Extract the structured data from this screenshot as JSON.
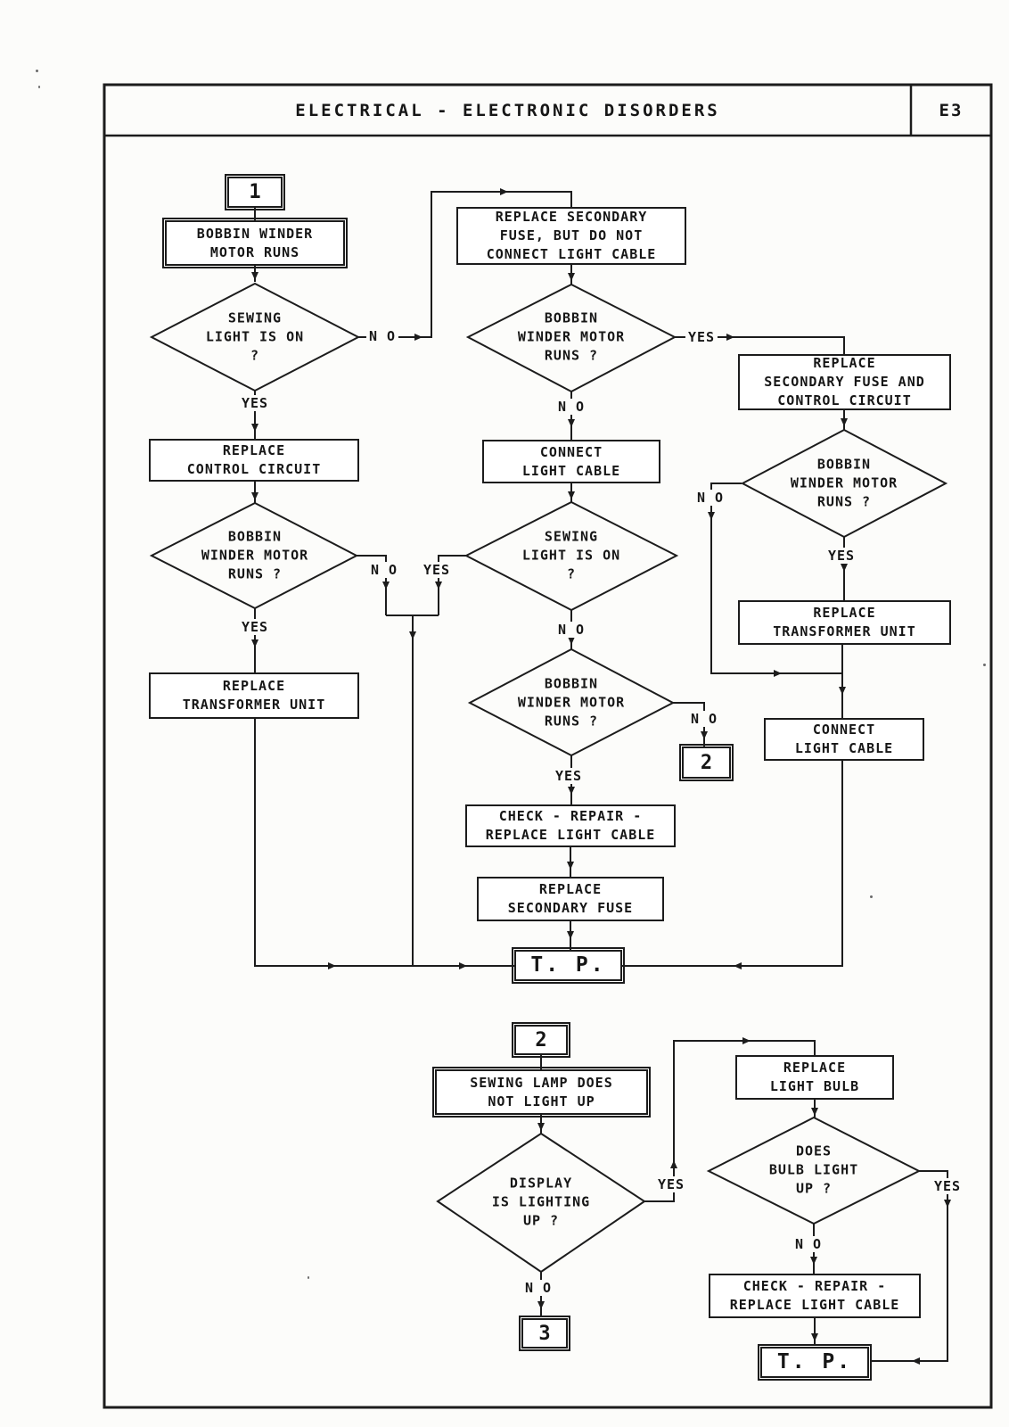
{
  "header": {
    "title": "ELECTRICAL - ELECTRONIC DISORDERS",
    "code": "E3"
  },
  "labels": {
    "yes": "YES",
    "no": "N O"
  },
  "nodes": {
    "connector_1": "1",
    "start_bobbin_winder_motor_runs": "BOBBIN WINDER\nMOTOR RUNS",
    "sewing_light_on_1": "SEWING\nLIGHT IS ON\n?",
    "replace_control_circuit": "REPLACE\nCONTROL CIRCUIT",
    "bobbin_winder_runs_left": "BOBBIN\nWINDER MOTOR\nRUNS ?",
    "replace_transformer_left": "REPLACE\nTRANSFORMER UNIT",
    "replace_secondary_fuse_no_cable": "REPLACE SECONDARY\nFUSE, BUT  DO NOT\nCONNECT LIGHT CABLE",
    "bobbin_winder_runs_mid": "BOBBIN\nWINDER MOTOR\nRUNS ?",
    "connect_light_cable_mid": "CONNECT\nLIGHT CABLE",
    "sewing_light_on_2": "SEWING\nLIGHT IS ON\n?",
    "bobbin_winder_runs_mid2": "BOBBIN\nWINDER MOTOR\nRUNS ?",
    "connector_2_out": "2",
    "check_repair_replace_cable_1": "CHECK -  REPAIR -\nREPLACE LIGHT CABLE",
    "replace_secondary_fuse": "REPLACE\nSECONDARY  FUSE",
    "tp_1": "T. P.",
    "replace_fuse_and_control": "REPLACE\nSECONDARY FUSE AND\nCONTROL CIRCUIT",
    "bobbin_winder_runs_right": "BOBBIN\nWINDER MOTOR\nRUNS ?",
    "replace_transformer_right": "REPLACE\nTRANSFORMER UNIT",
    "connect_light_cable_right": "CONNECT\nLIGHT CABLE",
    "connector_2_in": "2",
    "sewing_lamp_not_light": "SEWING LAMP DOES\nNOT LIGHT UP",
    "display_lighting": "DISPLAY\nIS LIGHTING\nUP ?",
    "connector_3": "3",
    "replace_light_bulb": "REPLACE\nLIGHT BULB",
    "does_bulb_light": "DOES\nBULB LIGHT\nUP ?",
    "check_repair_replace_cable_2": "CHECK -  REPAIR -\nREPLACE LIGHT CABLE",
    "tp_2": "T. P."
  }
}
